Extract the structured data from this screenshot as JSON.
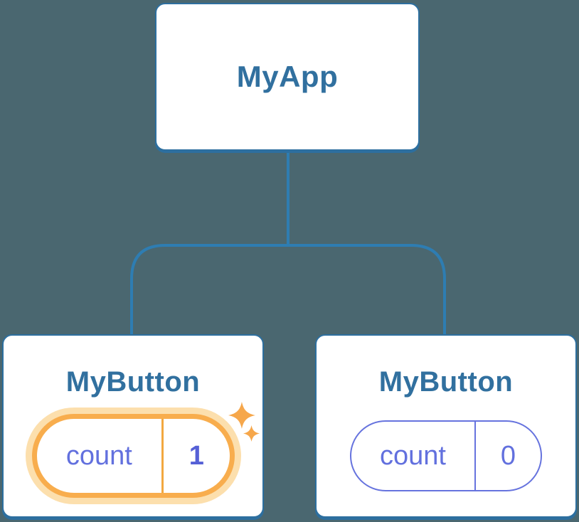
{
  "diagram": {
    "root": {
      "label": "MyApp"
    },
    "children": [
      {
        "label": "MyButton",
        "state": {
          "key": "count",
          "value": "1"
        },
        "highlighted": true
      },
      {
        "label": "MyButton",
        "state": {
          "key": "count",
          "value": "0"
        },
        "highlighted": false
      }
    ]
  },
  "icons": {
    "sparkles": "sparkles-icon"
  },
  "colors": {
    "background": "#4a6770",
    "card_border": "#2d6f9f",
    "connector": "#2e7db2",
    "title_text": "#31709f",
    "state_text": "#6270de",
    "state_value_bold": "#5560d6",
    "highlight_border": "#f8ad4d",
    "highlight_glow": "#fcdfad",
    "sparkle": "#f6a74b"
  }
}
